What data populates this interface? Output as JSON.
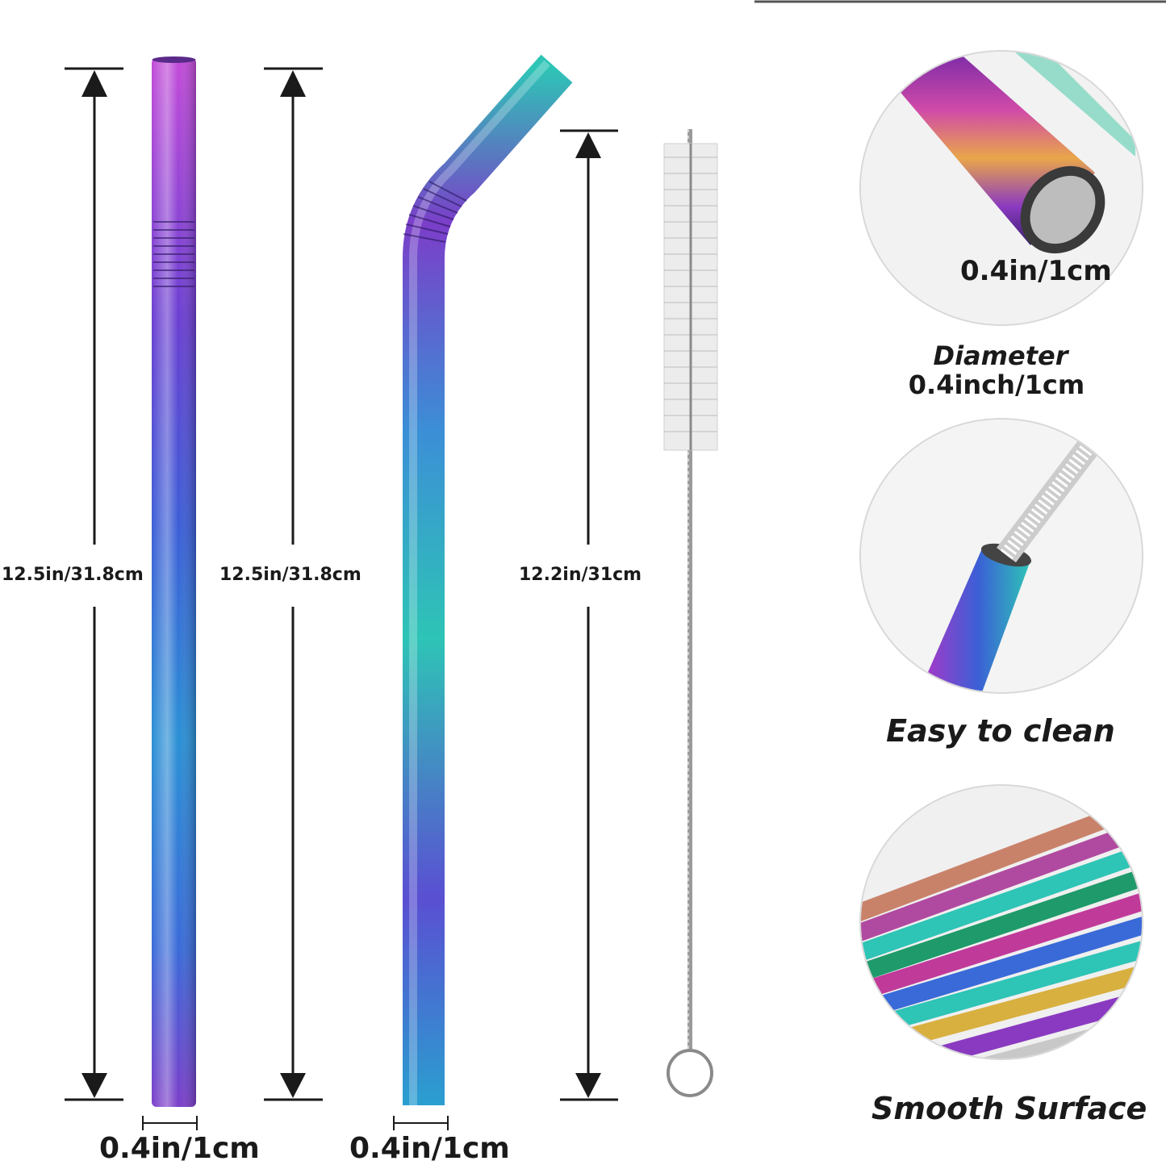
{
  "dimensions": {
    "straw1_length": "12.5in/31.8cm",
    "straw2_length": "12.5in/31.8cm",
    "brush_length": "12.2in/31cm",
    "straw1_width": "0.4in/1cm",
    "straw2_width": "0.4in/1cm"
  },
  "features": {
    "diameter_callout": "0.4in/1cm",
    "diameter_title": "Diameter",
    "diameter_value": "0.4inch/1cm",
    "clean_caption": "Easy to clean",
    "smooth_caption": "Smooth Surface"
  },
  "colors": {
    "rainbow_purple": "#8a2be2",
    "rainbow_blue": "#2f6fd6",
    "rainbow_teal": "#2ec4b6",
    "text": "#1a1a1a"
  }
}
